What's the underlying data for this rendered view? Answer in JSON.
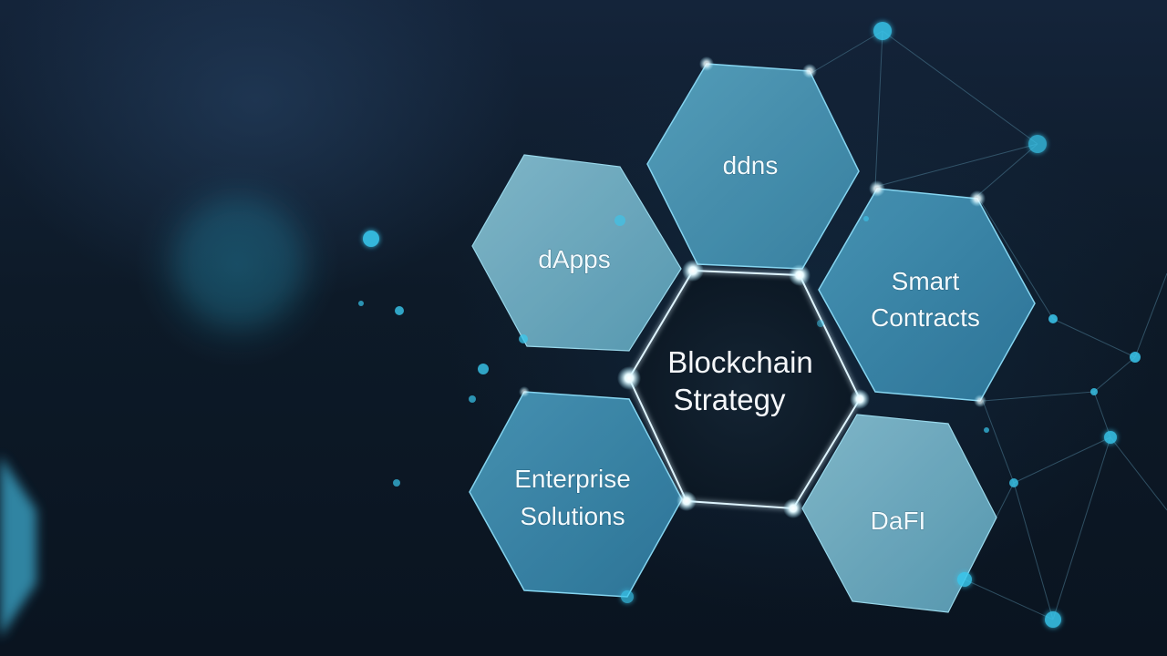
{
  "center": {
    "line1": "Blockchain",
    "line2": "Strategy"
  },
  "nodes": {
    "top": {
      "label": "ddns"
    },
    "upper_left": {
      "label": "dApps"
    },
    "upper_right": {
      "line1": "Smart",
      "line2": "Contracts"
    },
    "lower_left": {
      "line1": "Enterprise",
      "line2": "Solutions"
    },
    "lower_right": {
      "label": "DaFI"
    }
  },
  "colors": {
    "background": "#0b1622",
    "hex_fill_light": "#7ab7cc",
    "hex_fill_mid": "#4b9ab8",
    "hex_fill_dark": "#3a87a8",
    "hex_edge_glow": "#8fe3ff",
    "center_fill": "#0c1824",
    "center_stroke": "#d8f2ff",
    "particle": "#39c8ee"
  }
}
